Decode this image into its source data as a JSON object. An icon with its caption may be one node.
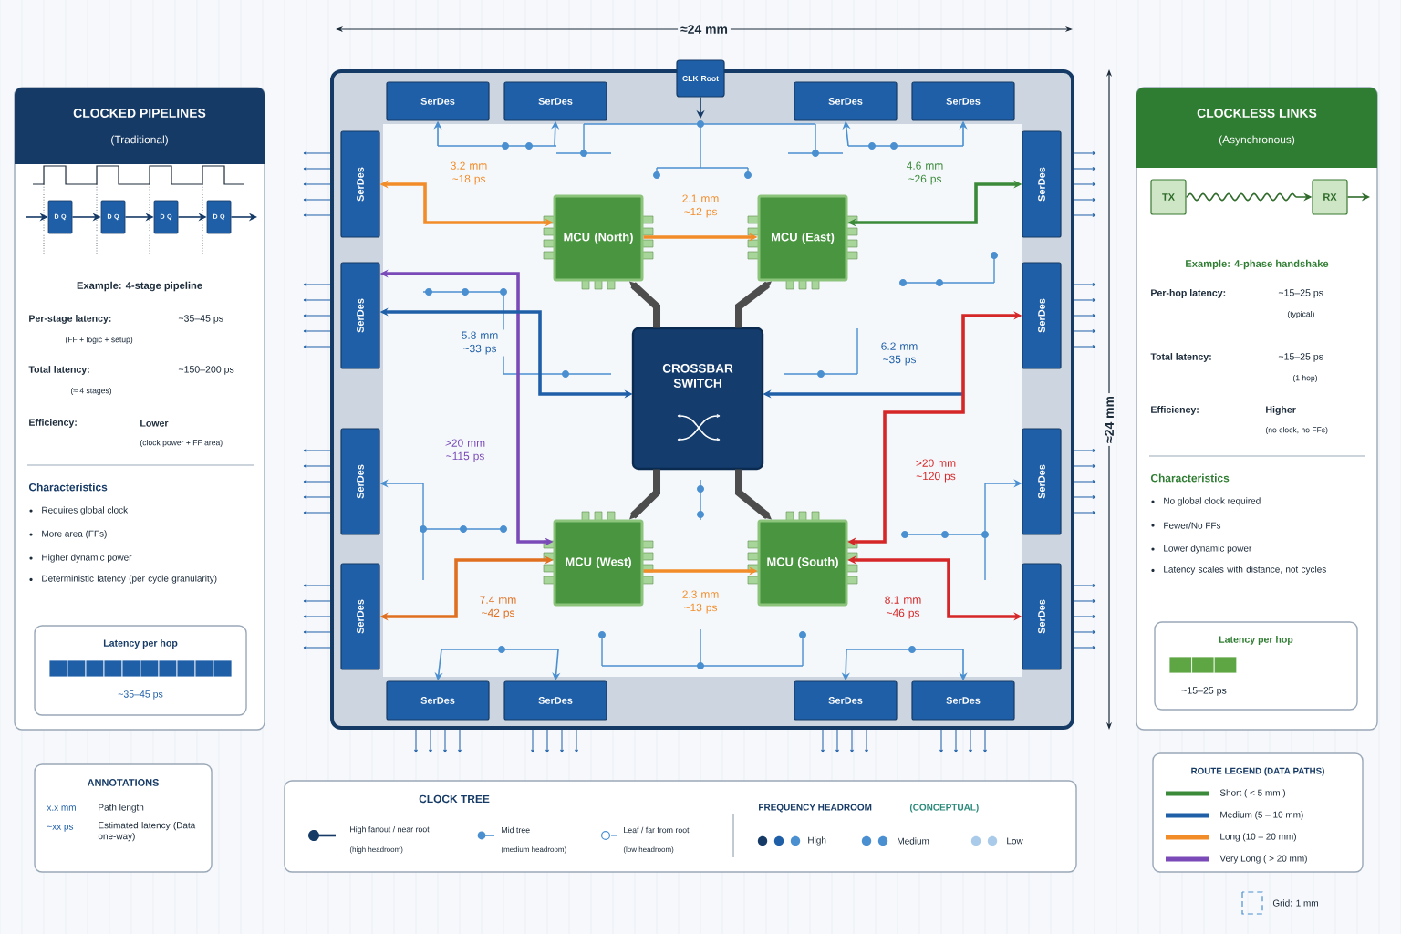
{
  "diagram": {
    "nodes": [
      {
        "text": [
          "CLOCKED PIPELINES",
          "(Traditional)",
          "Example: 4-stage pipeline",
          "Per-stage latency:",
          "~35–45 ps",
          "(FF + logic + setup)",
          "Total latency:",
          "~150–200 ps",
          "(≈ 4 stages)",
          "Efficiency:",
          "Lower",
          "(clock power + FF area)",
          "Characteristics",
          "Requires global clock",
          "More area (FFs)",
          "Higher dynamic power",
          "Deterministic latency (per cycle granularity)"
        ]
      },
      {
        "text": [
          "D Q"
        ],
        "in": 0
      },
      {
        "text": [
          "D Q"
        ],
        "in": 0
      },
      {
        "text": [
          "D Q"
        ],
        "in": 0
      },
      {
        "text": [
          "D Q"
        ],
        "in": 0
      },
      {
        "text": [
          "Latency per hop",
          "~35–45 ps"
        ],
        "in": 0
      },
      {
        "text": [],
        "shape": "box"
      },
      {
        "text": [
          "CLK Root"
        ],
        "in": 6
      },
      {
        "text": [
          "SerDes"
        ],
        "in": 6
      },
      {
        "text": [
          "SerDes"
        ],
        "in": 6
      },
      {
        "text": [
          "SerDes"
        ],
        "in": 6
      },
      {
        "text": [
          "SerDes"
        ],
        "in": 6
      },
      {
        "text": [
          "SerDes"
        ],
        "in": 6
      },
      {
        "text": [
          "SerDes"
        ],
        "in": 6
      },
      {
        "text": [
          "SerDes"
        ],
        "in": 6
      },
      {
        "text": [
          "SerDes"
        ],
        "in": 6
      },
      {
        "text": [
          "SerDes"
        ],
        "in": 6
      },
      {
        "text": [
          "SerDes"
        ],
        "in": 6
      },
      {
        "text": [
          "SerDes"
        ],
        "in": 6
      },
      {
        "text": [
          "SerDes"
        ],
        "in": 6
      },
      {
        "text": [
          "MCU (North)"
        ],
        "in": 6
      },
      {
        "text": [
          "MCU (East)"
        ],
        "in": 6
      },
      {
        "text": [
          "CROSSBAR SWITCH"
        ],
        "in": 6
      },
      {
        "text": [
          "MCU (West)"
        ],
        "in": 6
      },
      {
        "text": [
          "MCU (South)"
        ],
        "in": 6
      },
      {
        "text": [
          "SerDes"
        ],
        "in": 6
      },
      {
        "text": [
          "SerDes"
        ],
        "in": 6
      },
      {
        "text": [
          "SerDes"
        ],
        "in": 6
      },
      {
        "text": [
          "SerDes"
        ],
        "in": 6
      },
      {
        "text": [
          "CLOCKLESS LINKS",
          "(Asynchronous)",
          "Example: 4-phase handshake",
          "Per-hop latency:",
          "~15–25 ps",
          "(typical)",
          "Total latency:",
          "~15–25 ps",
          "(1 hop)",
          "Efficiency:",
          "Higher",
          "(no clock, no FFs)",
          "Characteristics",
          "No global clock required",
          "Fewer/No FFs",
          "Lower dynamic power",
          "Latency scales with distance, not cycles"
        ]
      },
      {
        "text": [
          "TX"
        ],
        "in": 29
      },
      {
        "text": [
          "RX"
        ],
        "in": 29
      },
      {
        "text": [
          "Latency per hop",
          "~15–25 ps"
        ],
        "in": 29
      },
      {
        "text": [
          "ANNOTATIONS",
          "x.x mm",
          "Path length",
          "~xx ps",
          "Estimated latency (Data one-way)"
        ]
      },
      {
        "text": [
          "CLOCK TREE",
          "High fanout / near root",
          "(high headroom)",
          "Mid tree",
          "(medium headroom)",
          "Leaf / far from root",
          "(low headroom)",
          "FREQUENCY HEADROOM",
          "(CONCEPTUAL)",
          "High",
          "Medium",
          "Low"
        ]
      },
      {
        "text": [
          "ROUTE LEGEND (DATA PATHS)"
        ]
      }
    ],
    "edges": [
      {
        "from": null,
        "to": 1,
        "arrow": "to",
        "color": "#163a66"
      },
      {
        "from": 1,
        "to": 2,
        "arrow": "to",
        "color": "#163a66"
      },
      {
        "from": 2,
        "to": 3,
        "arrow": "to",
        "color": "#163a66"
      },
      {
        "from": 3,
        "to": 4,
        "arrow": "to",
        "color": "#163a66"
      },
      {
        "from": 4,
        "to": null,
        "arrow": "to",
        "color": "#163a66"
      },
      {
        "from": 12,
        "to": 20,
        "arrow": "both",
        "label": "3.2 mm ~18 ps",
        "color": "#f28c28"
      },
      {
        "from": 20,
        "to": 21,
        "arrow": "to",
        "label": "2.1 mm ~12 ps",
        "color": "#f28c28"
      },
      {
        "from": 21,
        "to": 16,
        "arrow": "both",
        "label": "4.6 mm ~26 ps",
        "color": "#3a8a3a"
      },
      {
        "from": 13,
        "to": 23,
        "arrow": "both",
        "label": ">20 mm ~115 ps",
        "color": "#7a4bb8"
      },
      {
        "from": 13,
        "to": 22,
        "arrow": "both",
        "label": "5.8 mm ~33 ps",
        "color": "#1f5fa8"
      },
      {
        "from": null,
        "to": 22,
        "arrow": "to",
        "label": "6.2 mm ~35 ps",
        "color": "#1f5fa8"
      },
      {
        "from": 17,
        "to": 24,
        "arrow": "both",
        "label": ">20 mm ~120 ps",
        "color": "#d62728"
      },
      {
        "from": 23,
        "to": 15,
        "arrow": "both",
        "label": "7.4 mm ~42 ps",
        "color": "#e07020"
      },
      {
        "from": 23,
        "to": 24,
        "arrow": "to",
        "label": "2.3 mm ~13 ps",
        "color": "#f28c28"
      },
      {
        "from": 24,
        "to": 19,
        "arrow": "both",
        "label": "8.1 mm ~46 ps",
        "color": "#d62728"
      },
      {
        "from": 22,
        "to": 20,
        "arrow": "to",
        "style": "thick",
        "color": "#4d4d4d"
      },
      {
        "from": 22,
        "to": 21,
        "arrow": "to",
        "style": "thick",
        "color": "#4d4d4d"
      },
      {
        "from": 22,
        "to": 23,
        "arrow": "to",
        "style": "thick",
        "color": "#4d4d4d"
      },
      {
        "from": 22,
        "to": 24,
        "arrow": "to",
        "style": "thick",
        "color": "#4d4d4d"
      },
      {
        "from": 30,
        "to": 31,
        "arrow": "to",
        "color": "#2f6b2a"
      },
      {
        "from": 31,
        "to": null,
        "arrow": "to",
        "color": "#2f6b2a"
      },
      {
        "from": 7,
        "to": null,
        "arrow": "to",
        "color": "#163a66"
      },
      {
        "from": null,
        "to": 8,
        "arrow": "to",
        "color": "#4a8fd0"
      },
      {
        "from": null,
        "to": 9,
        "arrow": "to",
        "color": "#4a8fd0"
      },
      {
        "from": null,
        "to": 10,
        "arrow": "to",
        "color": "#4a8fd0"
      },
      {
        "from": null,
        "to": 11,
        "arrow": "to",
        "color": "#4a8fd0"
      },
      {
        "from": null,
        "to": 14,
        "arrow": "to",
        "color": "#4a8fd0"
      },
      {
        "from": null,
        "to": 18,
        "arrow": "to",
        "color": "#4a8fd0"
      },
      {
        "from": null,
        "to": 25,
        "arrow": "to",
        "color": "#4a8fd0"
      },
      {
        "from": null,
        "to": 26,
        "arrow": "to",
        "color": "#4a8fd0"
      },
      {
        "from": null,
        "to": 27,
        "arrow": "to",
        "color": "#4a8fd0"
      },
      {
        "from": null,
        "to": 28,
        "arrow": "to",
        "color": "#4a8fd0"
      }
    ],
    "labels": [
      "≈24 mm",
      "≈24 mm",
      "Grid: 1 mm"
    ],
    "legend": [
      {
        "text": "Short ( < 5 mm )",
        "color": "#3a8a3a"
      },
      {
        "text": "Medium (5 – 10 mm)",
        "color": "#1f5fa8"
      },
      {
        "text": "Long (10 – 20 mm)",
        "color": "#f28c28"
      },
      {
        "text": "Very Long ( > 20 mm)",
        "color": "#7a4bb8"
      }
    ]
  }
}
